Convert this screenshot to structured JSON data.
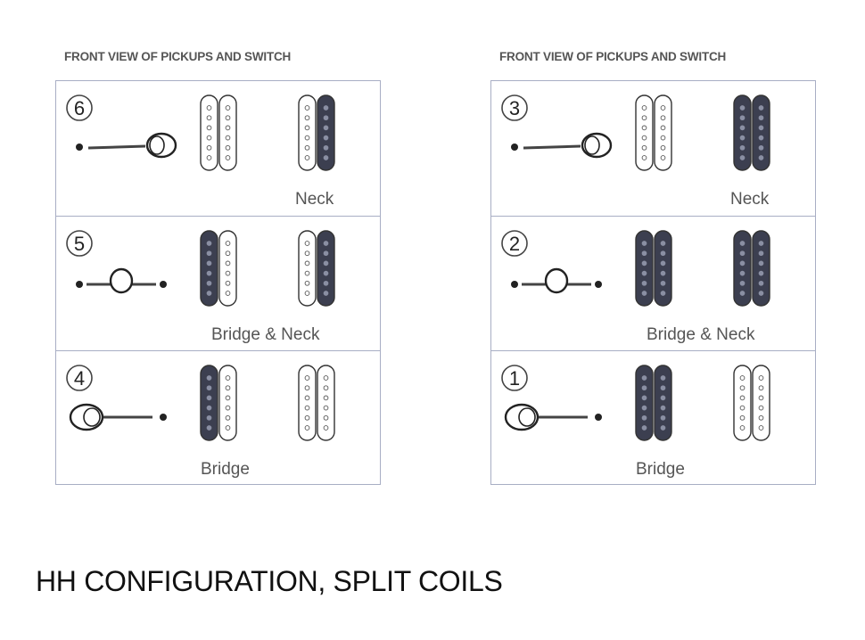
{
  "panels": [
    {
      "heading": "FRONT VIEW OF PICKUPS AND SWITCH",
      "rows": [
        {
          "position": "6",
          "label": "Neck",
          "lever": "up-right",
          "bridge_coils": [
            "off",
            "off"
          ],
          "neck_coils": [
            "off",
            "on"
          ]
        },
        {
          "position": "5",
          "label": "Bridge & Neck",
          "lever": "middle",
          "bridge_coils": [
            "on",
            "off"
          ],
          "neck_coils": [
            "off",
            "on"
          ]
        },
        {
          "position": "4",
          "label": "Bridge",
          "lever": "left",
          "bridge_coils": [
            "on",
            "off"
          ],
          "neck_coils": [
            "off",
            "off"
          ]
        }
      ]
    },
    {
      "heading": "FRONT VIEW OF PICKUPS AND SWITCH",
      "rows": [
        {
          "position": "3",
          "label": "Neck",
          "lever": "up-right",
          "bridge_coils": [
            "off",
            "off"
          ],
          "neck_coils": [
            "on",
            "on"
          ]
        },
        {
          "position": "2",
          "label": "Bridge & Neck",
          "lever": "middle",
          "bridge_coils": [
            "on",
            "on"
          ],
          "neck_coils": [
            "on",
            "on"
          ]
        },
        {
          "position": "1",
          "label": "Bridge",
          "lever": "left",
          "bridge_coils": [
            "on",
            "on"
          ],
          "neck_coils": [
            "off",
            "off"
          ]
        }
      ]
    }
  ],
  "caption": "HH CONFIGURATION, SPLIT COILS",
  "colors": {
    "coil_on": "#3c3f50",
    "coil_off": "#ffffff",
    "line": "#444444",
    "border": "#a8aec4"
  }
}
